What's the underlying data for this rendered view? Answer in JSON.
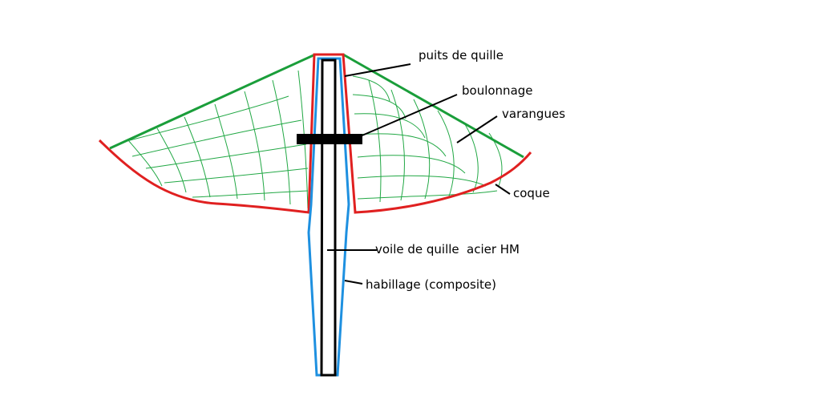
{
  "labels": {
    "puits": "puits de quille",
    "boulonnage": "boulonnage",
    "varangues": "varangues",
    "coque": "coque",
    "voile": "voile de quille",
    "acier": "acier HM",
    "habillage": "habillage (composite)"
  },
  "colors": {
    "deck": "#1a9e3a",
    "framing": "#22a845",
    "hull": "#e02020",
    "fin_cladding": "#1e90e0",
    "fin_core": "#000000",
    "bolt": "#000000",
    "leader": "#000000"
  }
}
